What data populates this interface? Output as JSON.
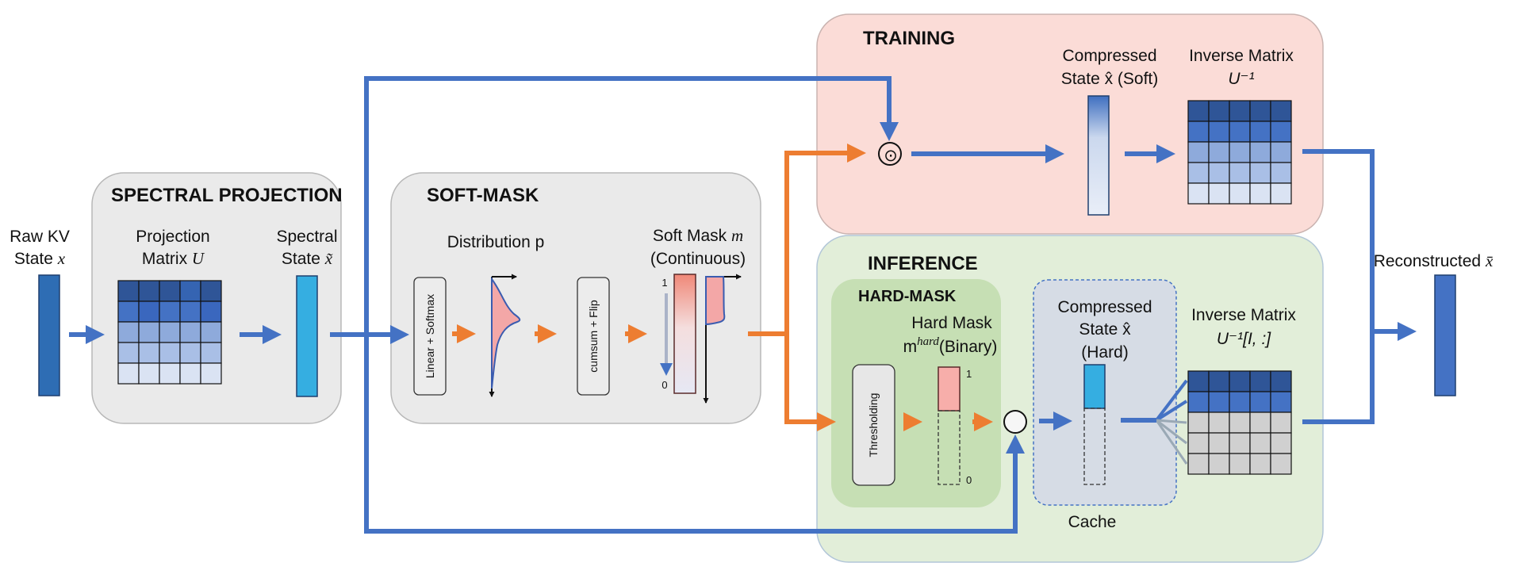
{
  "raw": {
    "label_line1": "Raw KV",
    "label_line2_text": "State ",
    "label_line2_var": "x"
  },
  "spectral_projection": {
    "title": "SPECTRAL PROJECTION",
    "matrix_label_line1": "Projection",
    "matrix_label_line2_text": "Matrix ",
    "matrix_label_line2_var": "U",
    "state_label_line1": "Spectral",
    "state_label_line2_text": "State ",
    "state_label_line2_var": "x̃"
  },
  "soft_mask": {
    "title": "SOFT-MASK",
    "distribution_label": "Distribution p",
    "op1": "Linear + Softmax",
    "op2": "cumsum + Flip",
    "mask_label_line1_text": "Soft Mask ",
    "mask_label_line1_var": "m",
    "mask_label_line2": "(Continuous)",
    "scale_top": "1",
    "scale_bottom": "0"
  },
  "training": {
    "title": "TRAINING",
    "compressed_line1": "Compressed",
    "compressed_line2_text": "State x̂ (Soft)",
    "inverse_line1": "Inverse Matrix",
    "inverse_line2": "U⁻¹",
    "op_symbol": "⊙"
  },
  "inference": {
    "title": "INFERENCE",
    "hard_mask_title": "HARD-MASK",
    "thresholding": "Thresholding",
    "hard_label_line1": "Hard Mask",
    "hard_label_line2_m": "m",
    "hard_label_line2_sup": "hard",
    "hard_label_line2_rest": "(Binary)",
    "scale_top": "1",
    "scale_bottom": "0",
    "op_symbol": "⊙",
    "compressed_line1": "Compressed",
    "compressed_line2": "State x̂",
    "compressed_line3": "(Hard)",
    "cache_label": "Cache",
    "inverse_line1": "Inverse Matrix",
    "inverse_line2": "U⁻¹[I, :]"
  },
  "output": {
    "label_text": "Reconstructed ",
    "label_var": "x̄̄"
  },
  "colors": {
    "blue_arrow": "#4472c4",
    "orange_arrow": "#ed7d31",
    "training_bg": "#fbdcd7",
    "inference_bg": "#e2eed9",
    "hard_mask_bg": "#c6dfb4",
    "panel_bg": "#eaeaea",
    "cache_bg": "#d6dce5"
  }
}
